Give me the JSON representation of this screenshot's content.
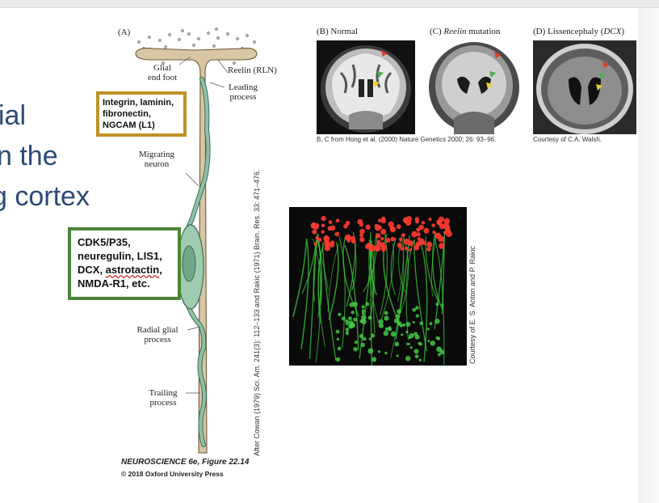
{
  "slide": {
    "title_fragments": [
      "ial",
      "n the",
      "g cortex"
    ],
    "colors": {
      "title": "#2b4a78",
      "gold_box": "#bf9226",
      "green_box": "#4c8537"
    }
  },
  "figure": {
    "panel_a_label": "(A)",
    "labels": {
      "glial_end_foot": [
        "Glial",
        "end foot"
      ],
      "reelin": "Reelin (RLN)",
      "leading_process": [
        "Leading",
        "process"
      ],
      "migrating_neuron": [
        "Migrating",
        "neuron"
      ],
      "radial_glial_process": [
        "Radial glial",
        "process"
      ],
      "trailing_process": [
        "Trailing",
        "process"
      ]
    },
    "gold_box_lines": [
      "Integrin, laminin,",
      "fibronectin,",
      "NGCAM (L1)"
    ],
    "green_box": {
      "line1": "CDK5/P35,",
      "line2": "neuregulin, LIS1,",
      "line3_a": "DCX, ",
      "line3_b": "astrotactin",
      "line3_c": ",",
      "line4": "NMDA-R1, etc."
    },
    "vertical_credit_a": "After Cowan (1979) Sci. Am. 241(3): 112–133 and Rakic (1971) Brain. Res. 33: 471–476.",
    "caption": "NEUROSCIENCE 6e, Figure 22.14",
    "copyright": "© 2018 Oxford University Press"
  },
  "panels": {
    "b_title": "(B)  Normal",
    "c_title_prefix": "(C)  ",
    "c_title_italic": "Reelin",
    "c_title_suffix": " mutation",
    "d_title_prefix": "(D)  Lissencephaly (",
    "d_title_italic": "DCX",
    "d_title_suffix": ")",
    "credit_bc": "B, C from Hong et al. (2000) Nature Genetics 2000; 26: 93–96.",
    "credit_d": "Courtesy of C.A. Walsh.",
    "credit_micro": "Courtesy of E. S. Anton and P. Rakic"
  }
}
